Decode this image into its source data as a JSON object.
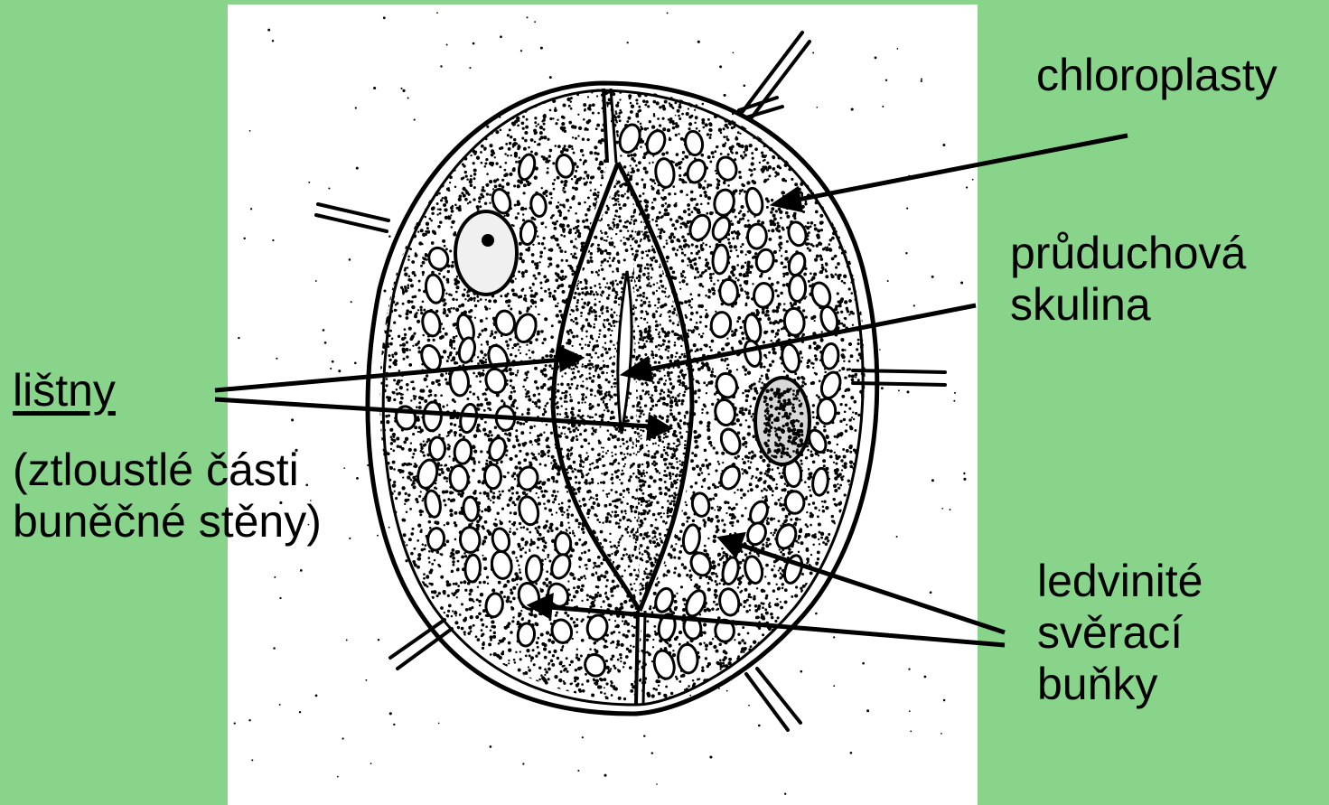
{
  "background_color": "#88d48a",
  "drawing_background": "#ffffff",
  "ink_color": "#000000",
  "labels": {
    "chloroplasty": "chloroplasty",
    "pruduchova_skulina": [
      "průduchová",
      "skulina"
    ],
    "listny": "lištny",
    "ztloustle_casti": [
      "(ztloustlé části",
      "buněčné stěny)"
    ],
    "ledvinite_sveraci_bunky": [
      "ledvinité",
      "svěrací",
      "buňky"
    ]
  }
}
